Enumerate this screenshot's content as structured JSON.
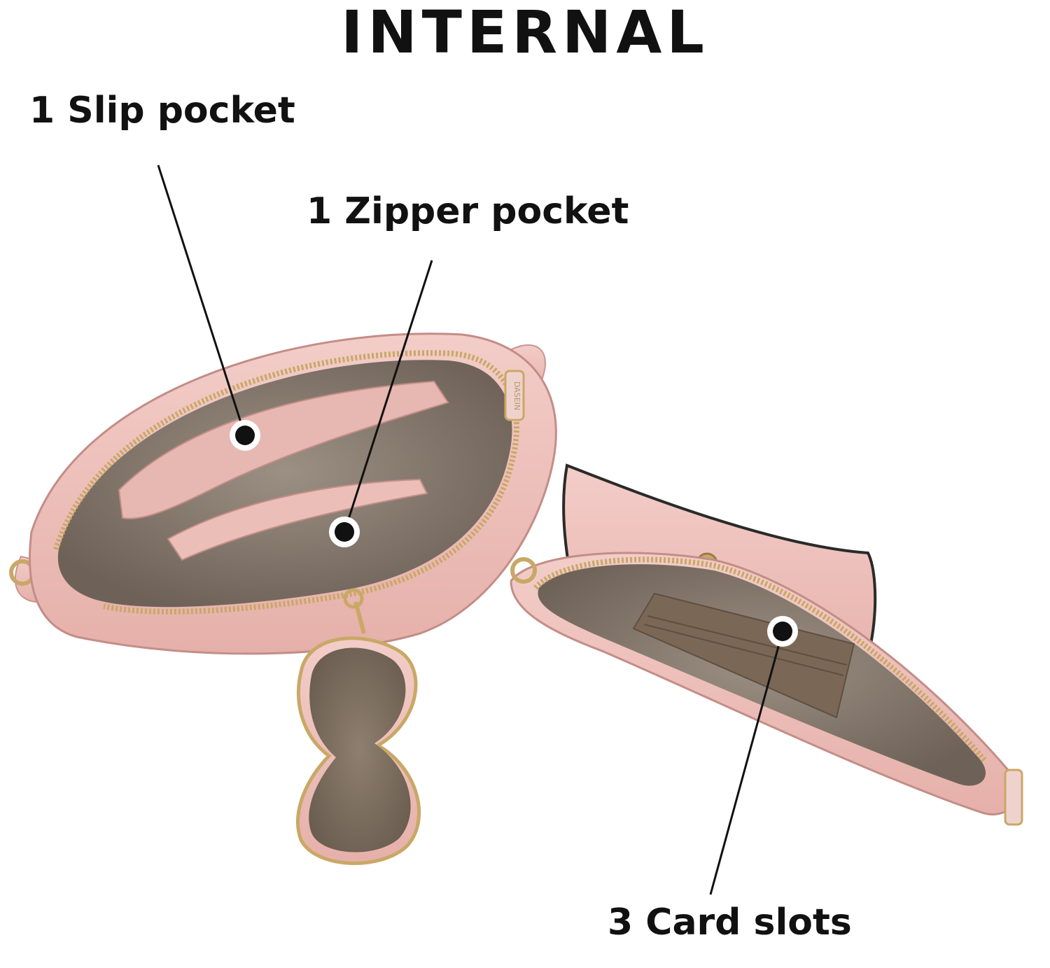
{
  "heading": "INTERNAL",
  "callouts": {
    "slip_pocket": "1 Slip pocket",
    "zipper_pocket": "1 Zipper pocket",
    "card_slots": "3 Card slots"
  },
  "brand_mark": "DASEIN",
  "colors": {
    "bag_pink": "#efc2bd",
    "bag_pink_dark": "#d9a29c",
    "lining_taupe": "#8f8275",
    "lining_dark": "#6f6358",
    "trim_gold": "#c9a867",
    "marker_black": "#111111"
  }
}
